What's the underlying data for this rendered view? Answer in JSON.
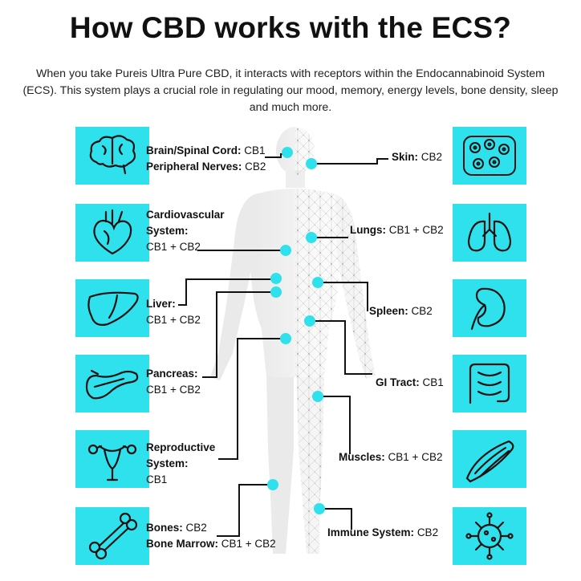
{
  "title": "How CBD works with the ECS?",
  "intro": "When you take Pureis Ultra Pure CBD, it interacts with receptors within the Endocannabinoid System (ECS). This system plays a crucial role in regulating our mood, memory, energy levels, bone density, sleep and much more.",
  "colors": {
    "accent": "#2ee1ec",
    "text": "#111111",
    "line": "#111111"
  },
  "left": {
    "brain": {
      "name1": "Brain/Spinal Cord:",
      "val1": "CB1",
      "name2": "Peripheral Nerves:",
      "val2": "CB2",
      "icon": "brain-icon"
    },
    "heart": {
      "name1": "Cardiovascular",
      "name2": "System:",
      "val": "CB1 + CB2",
      "icon": "heart-icon"
    },
    "liver": {
      "name": "Liver:",
      "val": "CB1 + CB2",
      "icon": "liver-icon"
    },
    "pancreas": {
      "name": "Pancreas:",
      "val": "CB1 + CB2",
      "icon": "pancreas-icon"
    },
    "repro": {
      "name1": "Reproductive",
      "name2": "System:",
      "val": "CB1",
      "icon": "uterus-icon"
    },
    "bones": {
      "name1": "Bones:",
      "val1": "CB2",
      "name2": "Bone Marrow:",
      "val2": "CB1 + CB2",
      "icon": "bone-icon"
    }
  },
  "right": {
    "skin": {
      "name": "Skin:",
      "val": "CB2",
      "icon": "skin-cells-icon"
    },
    "lungs": {
      "name": "Lungs:",
      "val": "CB1 + CB2",
      "icon": "lungs-icon"
    },
    "spleen": {
      "name": "Spleen:",
      "val": "CB2",
      "icon": "spleen-icon"
    },
    "gi": {
      "name": "GI Tract:",
      "val": "CB1",
      "icon": "intestine-icon"
    },
    "muscles": {
      "name": "Muscles:",
      "val": "CB1 + CB2",
      "icon": "muscle-icon"
    },
    "immune": {
      "name": "Immune System:",
      "val": "CB2",
      "icon": "virus-icon"
    }
  }
}
